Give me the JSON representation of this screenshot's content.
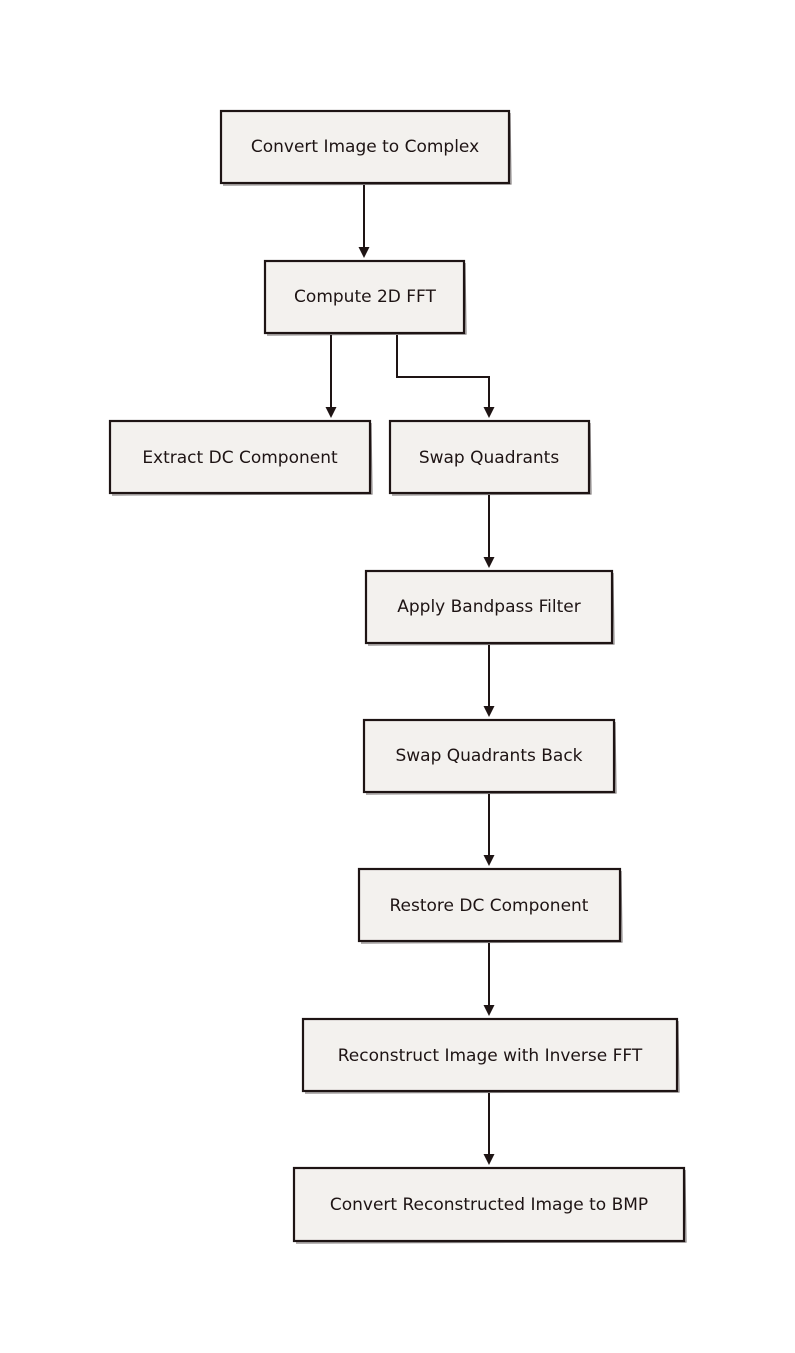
{
  "diagram": {
    "nodes": {
      "convert_to_complex": {
        "label": "Convert Image to Complex"
      },
      "compute_fft": {
        "label": "Compute 2D FFT"
      },
      "extract_dc": {
        "label": "Extract DC Component"
      },
      "swap_quadrants": {
        "label": "Swap Quadrants"
      },
      "bandpass": {
        "label": "Apply Bandpass Filter"
      },
      "swap_back": {
        "label": "Swap Quadrants Back"
      },
      "restore_dc": {
        "label": "Restore DC Component"
      },
      "inverse_fft": {
        "label": "Reconstruct Image with Inverse FFT"
      },
      "to_bmp": {
        "label": "Convert Reconstructed Image to BMP"
      }
    },
    "edges": [
      {
        "from": "convert_to_complex",
        "to": "compute_fft"
      },
      {
        "from": "compute_fft",
        "to": "extract_dc"
      },
      {
        "from": "compute_fft",
        "to": "swap_quadrants"
      },
      {
        "from": "swap_quadrants",
        "to": "bandpass"
      },
      {
        "from": "bandpass",
        "to": "swap_back"
      },
      {
        "from": "swap_back",
        "to": "restore_dc"
      },
      {
        "from": "restore_dc",
        "to": "inverse_fft"
      },
      {
        "from": "inverse_fft",
        "to": "to_bmp"
      }
    ]
  }
}
